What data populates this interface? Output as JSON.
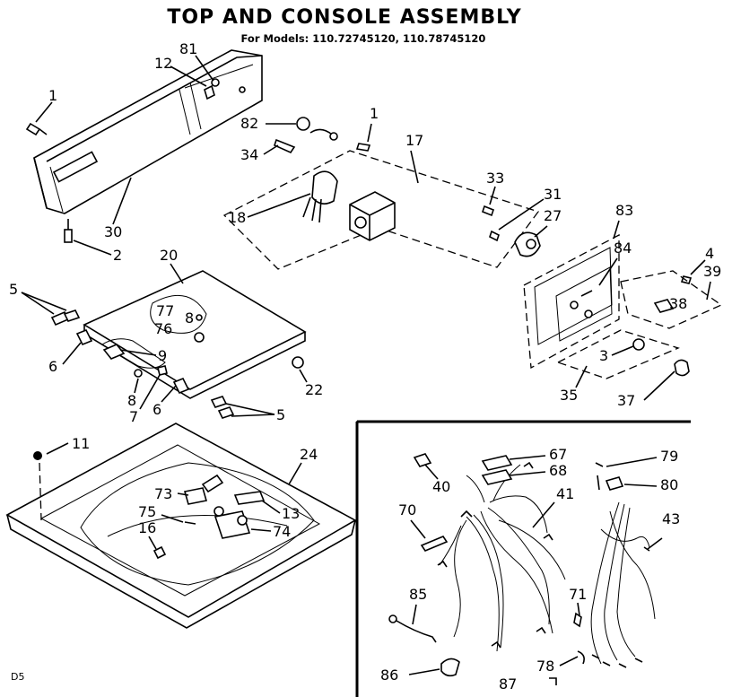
{
  "title": "TOP AND CONSOLE ASSEMBLY",
  "subtitle": "For Models: 110.72745120, 110.78745120",
  "footer_code": "D5",
  "callouts": {
    "p1a": "1",
    "p1b": "1",
    "p2": "2",
    "p3": "3",
    "p4": "4",
    "p5a": "5",
    "p5b": "5",
    "p6a": "6",
    "p6b": "6",
    "p7": "7",
    "p8a": "8",
    "p8b": "8",
    "p9": "9",
    "p11": "11",
    "p12": "12",
    "p13": "13",
    "p16": "16",
    "p17": "17",
    "p18": "18",
    "p20": "20",
    "p22": "22",
    "p24": "24",
    "p27": "27",
    "p30": "30",
    "p31": "31",
    "p33": "33",
    "p34": "34",
    "p35": "35",
    "p37": "37",
    "p38": "38",
    "p39": "39",
    "p40": "40",
    "p41": "41",
    "p43": "43",
    "p67": "67",
    "p68": "68",
    "p70": "70",
    "p71": "71",
    "p73": "73",
    "p74": "74",
    "p75": "75",
    "p76": "76",
    "p77": "77",
    "p78": "78",
    "p79": "79",
    "p80": "80",
    "p81": "81",
    "p82": "82",
    "p83": "83",
    "p84": "84",
    "p85": "85",
    "p86": "86",
    "p87": "87"
  }
}
